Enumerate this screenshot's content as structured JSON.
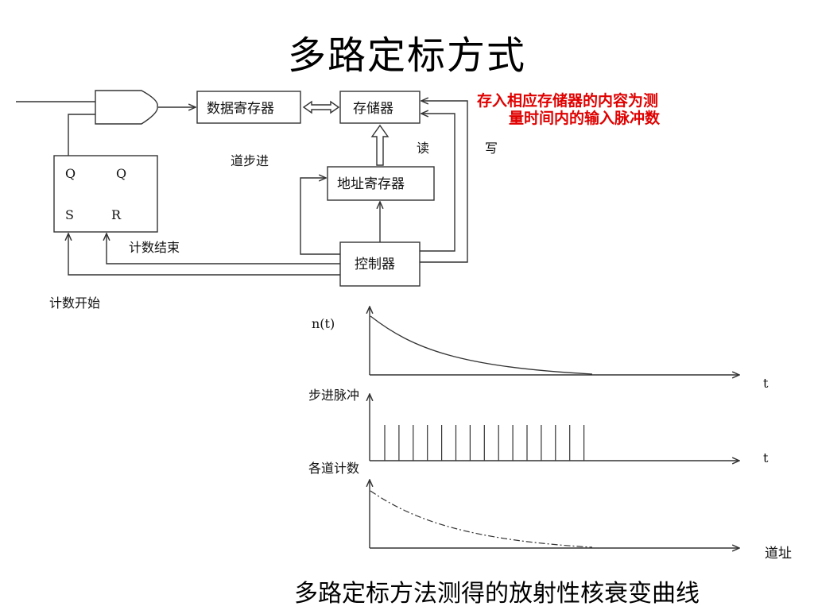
{
  "title": "多路定标方式",
  "block_diagram": {
    "boxes": {
      "data_register": "数据寄存器",
      "memory": "存储器",
      "address_register": "地址寄存器",
      "controller": "控制器"
    },
    "flipflop": {
      "q": "Q",
      "q_bar": "Q",
      "s": "S",
      "r": "R"
    },
    "labels": {
      "channel_step": "道步进",
      "read": "读",
      "write": "写",
      "count_end": "计数结束",
      "count_start": "计数开始"
    },
    "note_line1": "存入相应存储器的内容为测",
    "note_line2": "量时间内的输入脉冲数"
  },
  "timing_plots": {
    "plot1_ylabel": "n(t)",
    "plot1_xlabel": "t",
    "plot2_ylabel": "步进脉冲",
    "plot2_xlabel": "t",
    "plot3_ylabel": "各道计数",
    "plot3_xlabel": "道址"
  },
  "caption": "多路定标方法测得的放射性核衰变曲线",
  "colors": {
    "note": "#e00000",
    "lines": "#333333"
  }
}
